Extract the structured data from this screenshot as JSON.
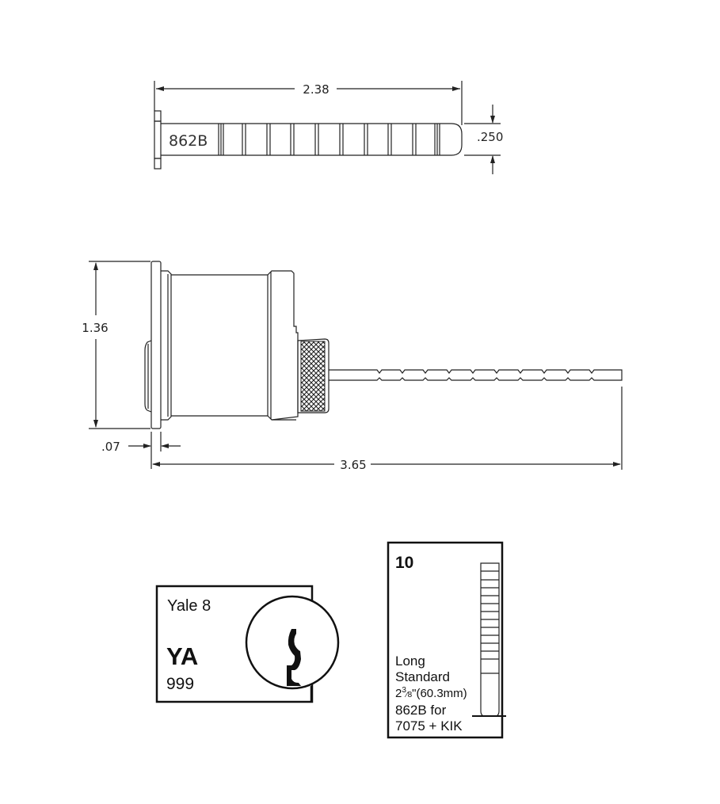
{
  "key_view": {
    "part_label": "862B",
    "length_dim": "2.38",
    "thickness_dim": ".250",
    "ridge_count": 10
  },
  "cylinder_view": {
    "height_dim": "1.36",
    "flange_dim": ".07",
    "overall_length_dim": "3.65",
    "key_notch_count": 10
  },
  "keyway_box": {
    "brand": "Yale 8",
    "code": "YA",
    "number": "999",
    "icon": "keyway-profile-icon"
  },
  "length_box": {
    "number": "10",
    "line1": "Long",
    "line2": "Standard",
    "size_whole": "2",
    "size_frac_num": "3",
    "size_frac_den": "8",
    "size_rest": "\"(60.3mm)",
    "line4": "862B for",
    "line5": "7075 + KIK",
    "icon": "key-length-icon"
  },
  "colors": {
    "line": "#222222",
    "background": "#ffffff"
  }
}
